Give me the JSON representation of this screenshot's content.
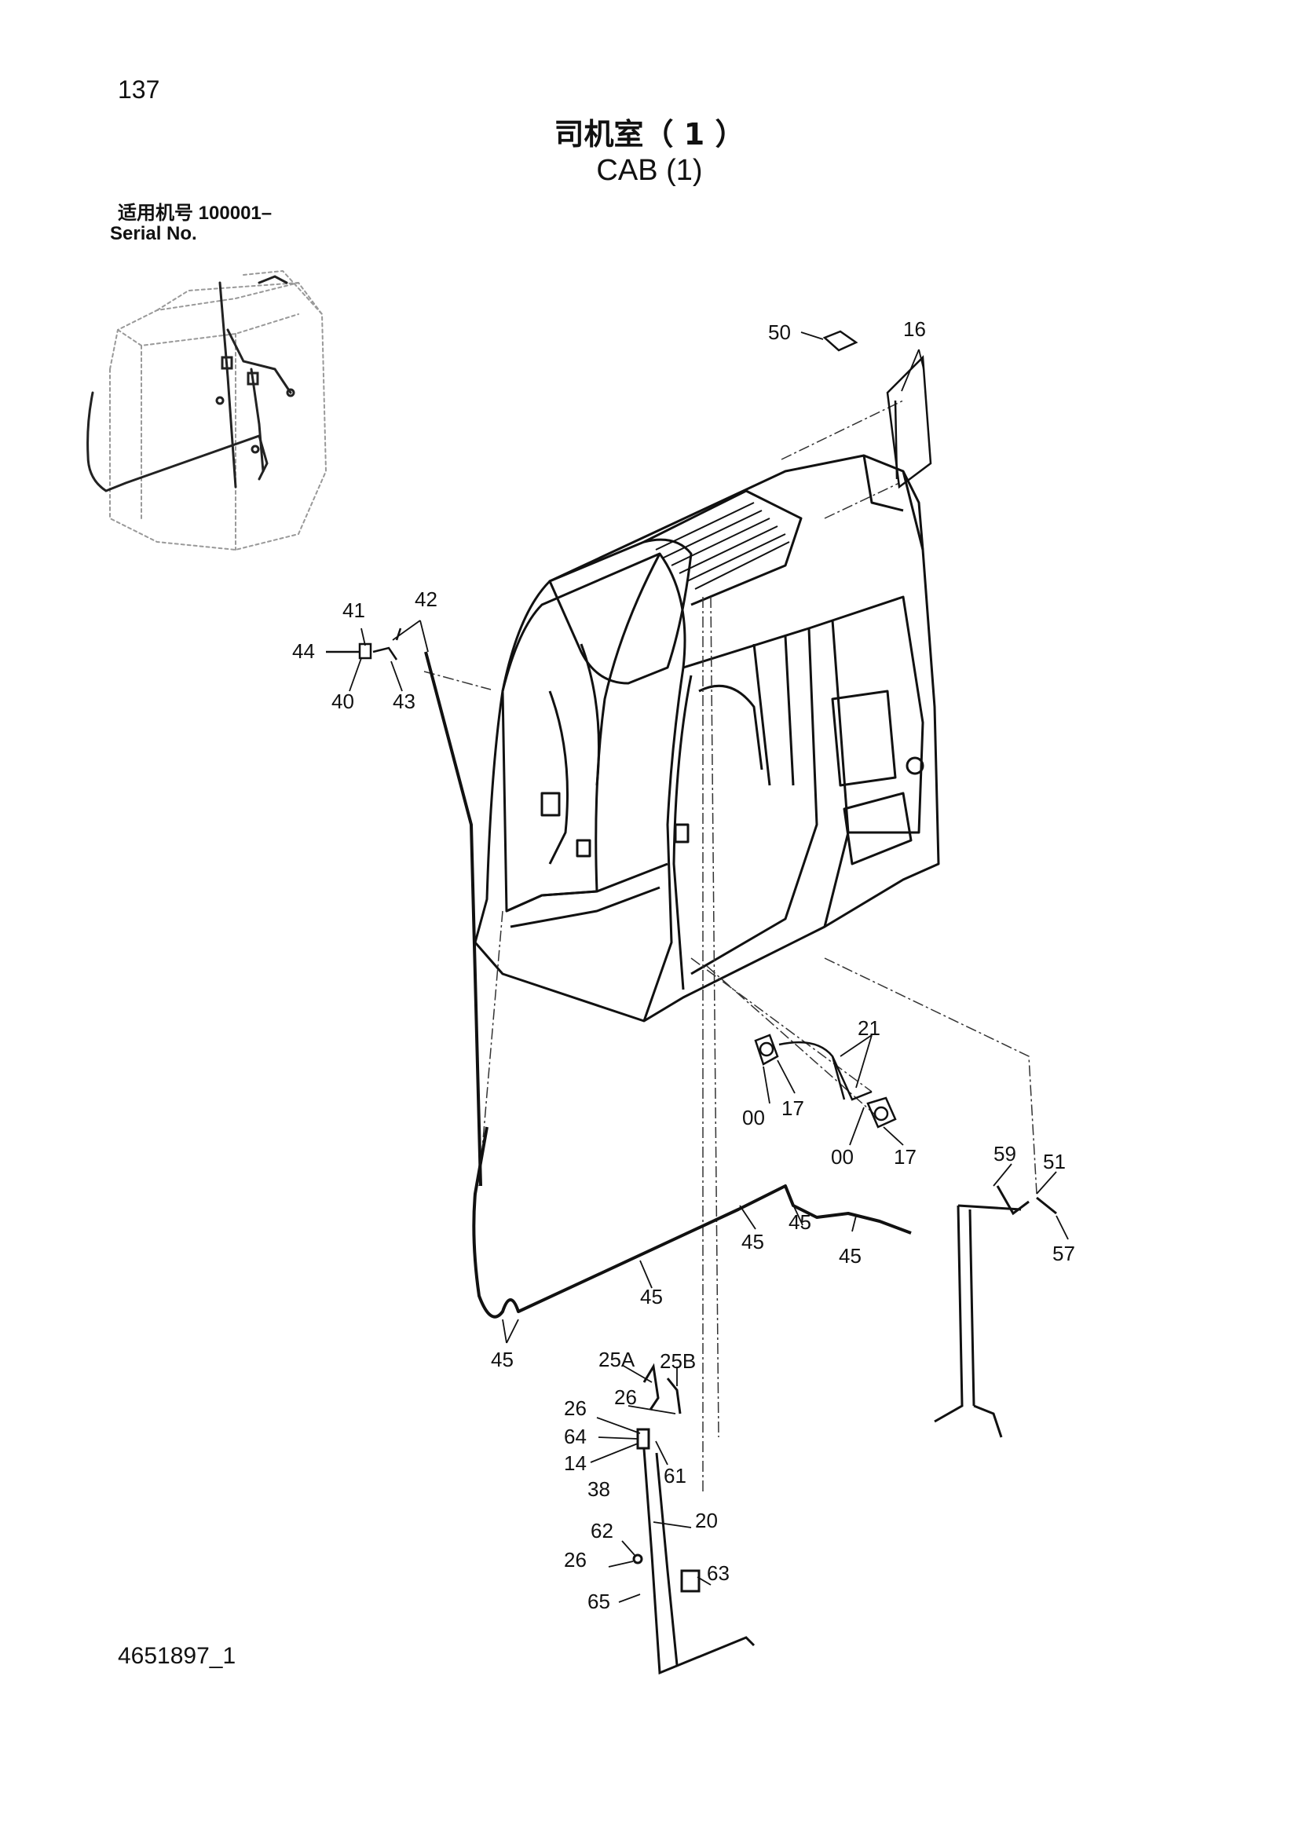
{
  "page": {
    "number": "137",
    "title_cn": "司机室（ 1 ）",
    "title_en": "CAB (1)",
    "serial_label_cn": "适用机号",
    "serial_value": "100001–",
    "serial_label_en": "Serial No.",
    "drawing_code": "4651897_1"
  },
  "callouts": [
    {
      "id": "c50",
      "label": "50"
    },
    {
      "id": "c16",
      "label": "16"
    },
    {
      "id": "c41",
      "label": "41"
    },
    {
      "id": "c42",
      "label": "42"
    },
    {
      "id": "c44",
      "label": "44"
    },
    {
      "id": "c40",
      "label": "40"
    },
    {
      "id": "c43",
      "label": "43"
    },
    {
      "id": "c21",
      "label": "21"
    },
    {
      "id": "c00a",
      "label": "00"
    },
    {
      "id": "c17a",
      "label": "17"
    },
    {
      "id": "c00b",
      "label": "00"
    },
    {
      "id": "c17b",
      "label": "17"
    },
    {
      "id": "c59",
      "label": "59"
    },
    {
      "id": "c51",
      "label": "51"
    },
    {
      "id": "c57",
      "label": "57"
    },
    {
      "id": "c45a",
      "label": "45"
    },
    {
      "id": "c45b",
      "label": "45"
    },
    {
      "id": "c45c",
      "label": "45"
    },
    {
      "id": "c45d",
      "label": "45"
    },
    {
      "id": "c45e",
      "label": "45"
    },
    {
      "id": "c25a",
      "label": "25A"
    },
    {
      "id": "c25b",
      "label": "25B"
    },
    {
      "id": "c26a",
      "label": "26"
    },
    {
      "id": "c26b",
      "label": "26"
    },
    {
      "id": "c64",
      "label": "64"
    },
    {
      "id": "c14",
      "label": "14"
    },
    {
      "id": "c38",
      "label": "38"
    },
    {
      "id": "c61",
      "label": "61"
    },
    {
      "id": "c20",
      "label": "20"
    },
    {
      "id": "c62",
      "label": "62"
    },
    {
      "id": "c26c",
      "label": "26"
    },
    {
      "id": "c65",
      "label": "65"
    },
    {
      "id": "c63",
      "label": "63"
    }
  ]
}
